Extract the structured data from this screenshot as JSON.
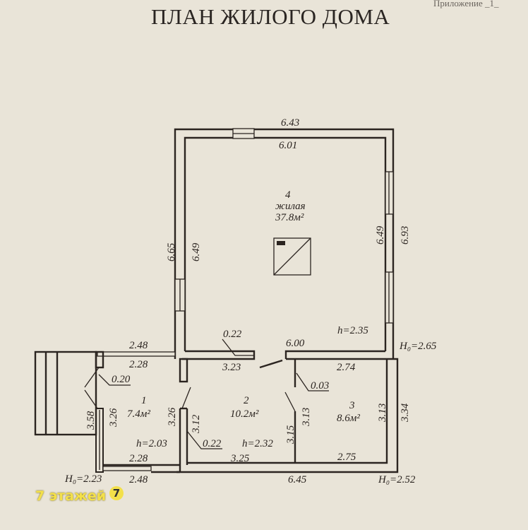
{
  "header": {
    "title": "ПЛАН ЖИЛОГО ДОМА",
    "appendix": "Приложение _1_"
  },
  "rooms": [
    {
      "number": "1",
      "area": "7.4м²",
      "height": "h=2.03"
    },
    {
      "number": "2",
      "area": "10.2м²",
      "height": "h=2.32"
    },
    {
      "number": "3",
      "area": "8.6м²"
    },
    {
      "number": "4",
      "type": "жилая",
      "area": "37.8м²",
      "height": "h=2.35"
    }
  ],
  "dimensions": {
    "top_outer": "6.43",
    "top_inner": "6.01",
    "left_outer": "6.65",
    "left_inner": "6.49",
    "right_inner": "6.49",
    "right_outer": "6.93",
    "partition_thickness": "0.22",
    "partition_len": "3.23",
    "partition_right": "6.00",
    "porch_outer": "2.48",
    "porch_inner": "2.28",
    "wall_020": "0.20",
    "r1_left_outer": "3.58",
    "r1_left_inner": "3.26",
    "r1_right": "3.26",
    "r1_bottom_inner": "2.28",
    "r1_bottom_outer": "2.48",
    "r2_left": "3.12",
    "r2_wall": "0.22",
    "r2_bottom": "3.25",
    "r2_right": "3.15",
    "r3_left": "3.13",
    "r3_top": "2.74",
    "r3_wall": "0.03",
    "r3_right": "3.13",
    "r3_outer": "3.34",
    "r3_bottom": "2.75",
    "bottom_outer": "6.45"
  },
  "levels": {
    "h0_left": "H₀=2.23",
    "h0_right_top": "H₀=2.65",
    "h0_right_bottom": "H₀=2.52"
  },
  "watermark": {
    "text": "7 этажей",
    "logo": "7"
  }
}
